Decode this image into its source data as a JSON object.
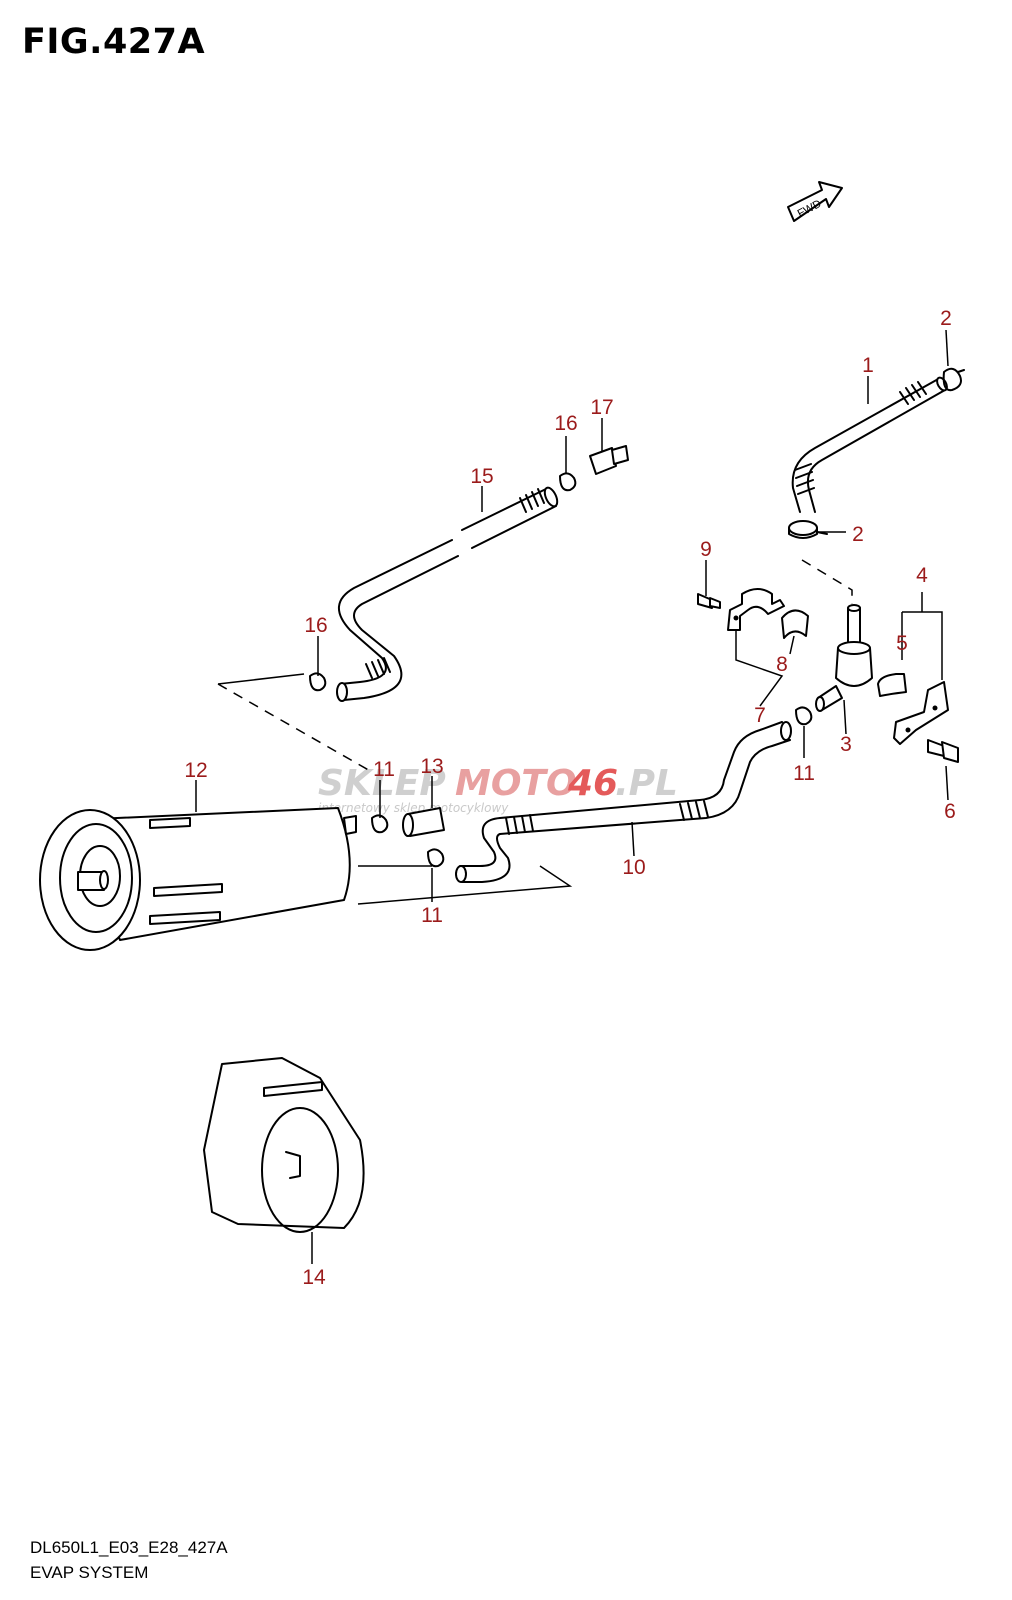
{
  "figure": {
    "title": "FIG.427A",
    "code": "DL650L1_E03_E28_427A",
    "name": "EVAP SYSTEM",
    "fwd_label": "FWD"
  },
  "watermark": {
    "part1": "SKLEP",
    "part2": "MOTO",
    "part3": "46",
    "part4": ".PL",
    "tagline": "internetowy sklep motocyklowy"
  },
  "callouts": [
    "1",
    "2",
    "2",
    "3",
    "4",
    "5",
    "6",
    "7",
    "8",
    "9",
    "10",
    "11",
    "11",
    "11",
    "12",
    "13",
    "14",
    "15",
    "16",
    "16",
    "17"
  ],
  "colors": {
    "callout": "#9b1b1b",
    "line": "#000000",
    "watermark_red": "#e45a5a",
    "watermark_gray": "#c8c8c8"
  }
}
